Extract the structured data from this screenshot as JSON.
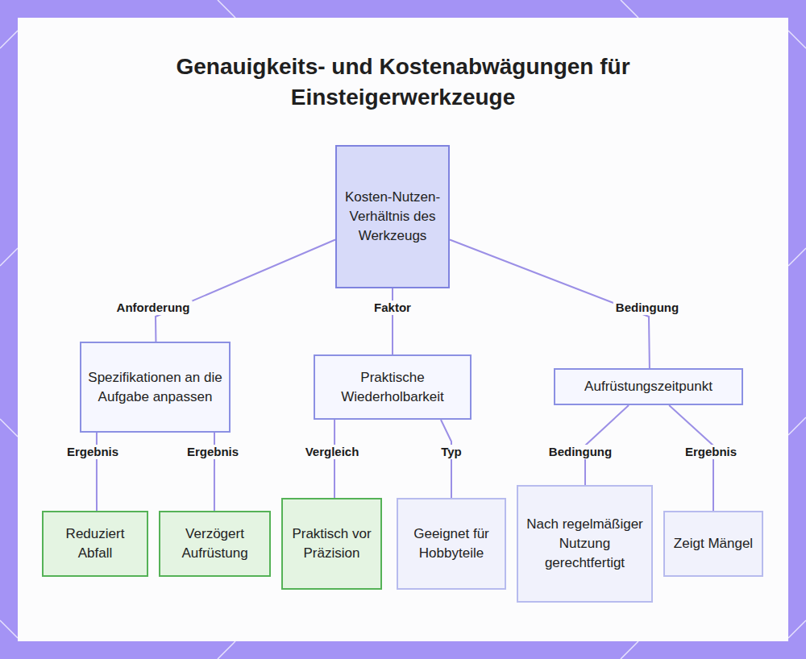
{
  "diagram": {
    "title": "Genauigkeits- und Kostenabwägungen für Einsteigerwerkzeuge",
    "nodes": [
      {
        "text": [
          "Kosten-Nutzen-Verhältnis des Werkzeugs"
        ]
      },
      {
        "text": [
          "Spezifikationen an die Aufgabe anpassen"
        ]
      },
      {
        "text": [
          "Praktische Wiederholbarkeit"
        ]
      },
      {
        "text": [
          "Aufrüstungszeitpunkt"
        ]
      },
      {
        "text": [
          "Reduziert Abfall"
        ]
      },
      {
        "text": [
          "Verzögert Aufrüstung"
        ]
      },
      {
        "text": [
          "Praktisch vor Präzision"
        ]
      },
      {
        "text": [
          "Geeignet für Hobbyteile"
        ]
      },
      {
        "text": [
          "Nach regelmäßiger Nutzung gerechtfertigt"
        ]
      },
      {
        "text": [
          "Zeigt Mängel"
        ]
      }
    ],
    "edges": [
      {
        "from": 0,
        "to": 1,
        "label": "Anforderung",
        "arrow": "none"
      },
      {
        "from": 0,
        "to": 2,
        "label": "Faktor",
        "arrow": "none"
      },
      {
        "from": 0,
        "to": 3,
        "label": "Bedingung",
        "arrow": "none"
      },
      {
        "from": 1,
        "to": 4,
        "label": "Ergebnis",
        "arrow": "none"
      },
      {
        "from": 1,
        "to": 5,
        "label": "Ergebnis",
        "arrow": "none"
      },
      {
        "from": 2,
        "to": 6,
        "label": "Vergleich",
        "arrow": "none"
      },
      {
        "from": 2,
        "to": 7,
        "label": "Typ",
        "arrow": "none"
      },
      {
        "from": 3,
        "to": 8,
        "label": "Bedingung",
        "arrow": "none"
      },
      {
        "from": 3,
        "to": 9,
        "label": "Ergebnis",
        "arrow": "none"
      }
    ]
  }
}
